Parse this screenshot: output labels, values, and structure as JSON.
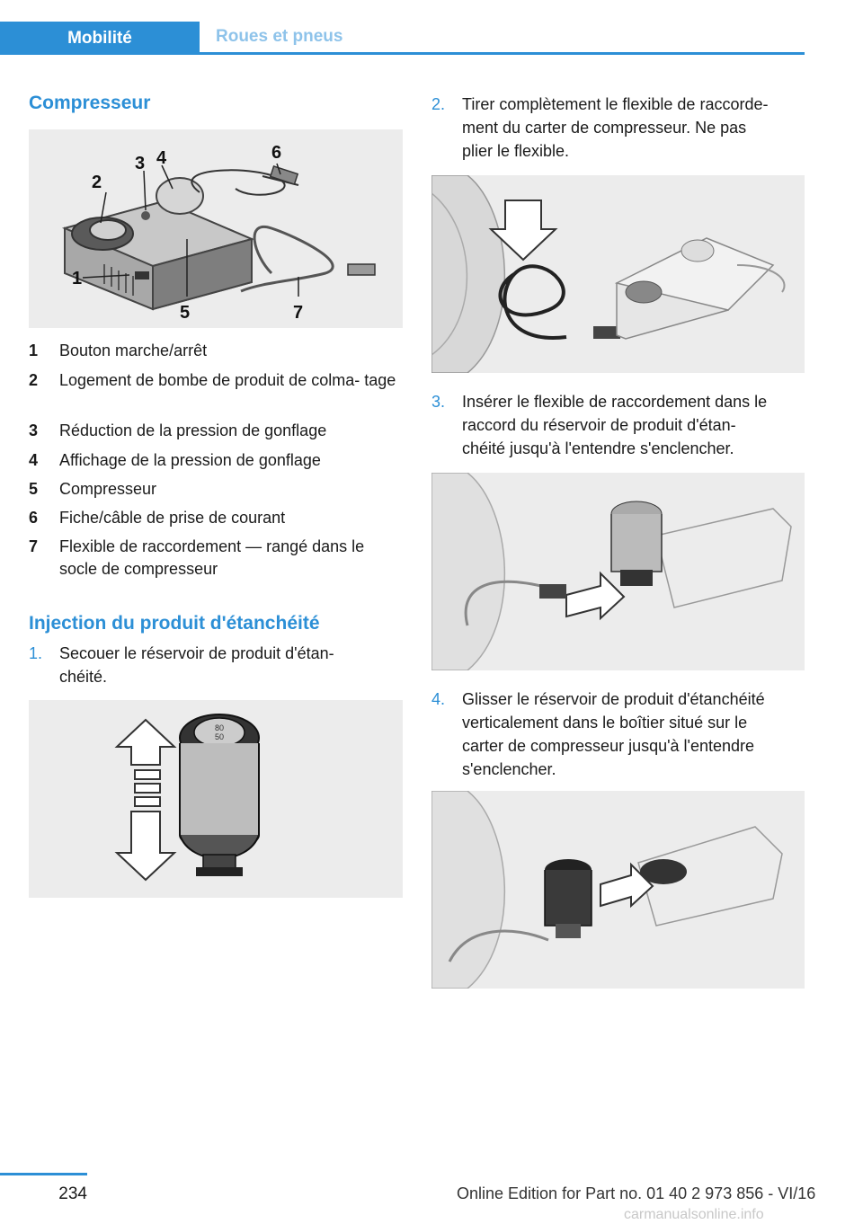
{
  "header": {
    "tab_active": "Mobilité",
    "tab_inactive": "Roues et pneus"
  },
  "colors": {
    "accent": "#2c8fd6",
    "tab_inactive_text": "#8ec3ea",
    "figure_bg": "#ececec"
  },
  "compressor": {
    "title": "Compresseur",
    "figure_callouts": [
      "1",
      "2",
      "3",
      "4",
      "5",
      "6",
      "7"
    ],
    "legend": [
      {
        "num": "1",
        "text": "Bouton marche/arrêt"
      },
      {
        "num": "2",
        "text": "Logement de bombe de produit de colma‐ tage"
      },
      {
        "num": "3",
        "text": "Réduction de la pression de gonflage"
      },
      {
        "num": "4",
        "text": "Affichage de la pression de gonflage"
      },
      {
        "num": "5",
        "text": "Compresseur"
      },
      {
        "num": "6",
        "text": "Fiche/câble de prise de courant"
      },
      {
        "num": "7",
        "text": "Flexible de raccordement — rangé dans le socle de compresseur"
      }
    ]
  },
  "injection": {
    "title": "Injection du produit d'étanchéité",
    "bottle_gauge": [
      "80",
      "50"
    ],
    "steps": [
      {
        "num": "1.",
        "lines": [
          "Secouer le réservoir de produit d'étan‐",
          "chéité."
        ]
      },
      {
        "num": "2.",
        "lines": [
          "Tirer complètement le flexible de raccorde‐",
          "ment du carter de compresseur. Ne pas",
          "plier le flexible."
        ]
      },
      {
        "num": "3.",
        "lines": [
          "Insérer le flexible de raccordement dans le",
          "raccord du réservoir de produit d'étan‐",
          "chéité jusqu'à l'entendre s'enclencher."
        ]
      },
      {
        "num": "4.",
        "lines": [
          "Glisser le réservoir de produit d'étanchéité",
          "verticalement dans le boîtier situé sur le",
          "carter de compresseur jusqu'à l'entendre",
          "s'enclencher."
        ]
      }
    ]
  },
  "footer": {
    "page_number": "234",
    "edition": "Online Edition for Part no. 01 40 2 973 856 - VI/16",
    "watermark": "carmanualsonline.info"
  }
}
